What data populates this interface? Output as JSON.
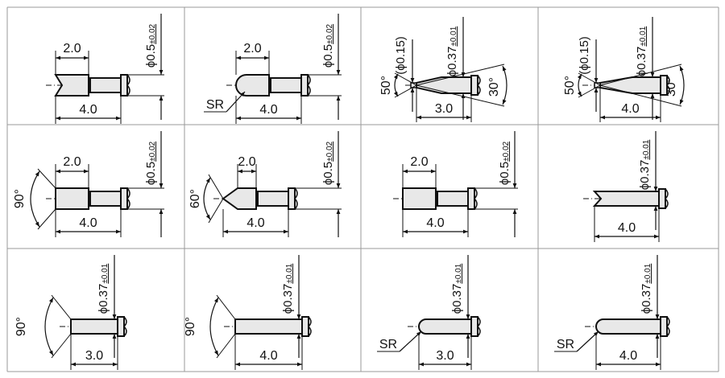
{
  "title": "Pin tip dimension table",
  "colors": {
    "grid": "#9a9a9a",
    "line": "#111111",
    "fill": "#e8e8e8"
  },
  "cells": [
    {
      "diameter": "ϕ0.5",
      "tolerance": "±0.02",
      "short": "2.0",
      "long": "4.0"
    },
    {
      "diameter": "ϕ0.5",
      "tolerance": "±0.02",
      "short": "2.0",
      "long": "4.0",
      "radius": "SR"
    },
    {
      "diameter": "ϕ0.37",
      "tolerance": "±0.01",
      "long": "3.0",
      "tip_diameter": "(ϕ0.15)",
      "tip_angle": "50°",
      "taper_angle": "30°"
    },
    {
      "diameter": "ϕ0.37",
      "tolerance": "±0.01",
      "long": "4.0",
      "tip_diameter": "(ϕ0.15)",
      "tip_angle": "50°",
      "taper_angle": "30°"
    },
    {
      "diameter": "ϕ0.5",
      "tolerance": "±0.02",
      "short": "2.0",
      "long": "4.0",
      "tip_angle": "90°"
    },
    {
      "diameter": "ϕ0.5",
      "tolerance": "±0.02",
      "short": "2.0",
      "long": "4.0",
      "tip_angle": "60°"
    },
    {
      "diameter": "ϕ0.5",
      "tolerance": "±0.02",
      "short": "2.0",
      "long": "4.0"
    },
    {
      "diameter": "ϕ0.37",
      "tolerance": "±0.01",
      "long": "4.0"
    },
    {
      "diameter": "ϕ0.37",
      "tolerance": "±0.01",
      "long": "3.0",
      "tip_angle": "90°"
    },
    {
      "diameter": "ϕ0.37",
      "tolerance": "±0.01",
      "long": "4.0",
      "tip_angle": "90°"
    },
    {
      "diameter": "ϕ0.37",
      "tolerance": "±0.01",
      "long": "3.0",
      "radius": "SR"
    },
    {
      "diameter": "ϕ0.37",
      "tolerance": "±0.01",
      "long": "4.0",
      "radius": "SR"
    }
  ]
}
